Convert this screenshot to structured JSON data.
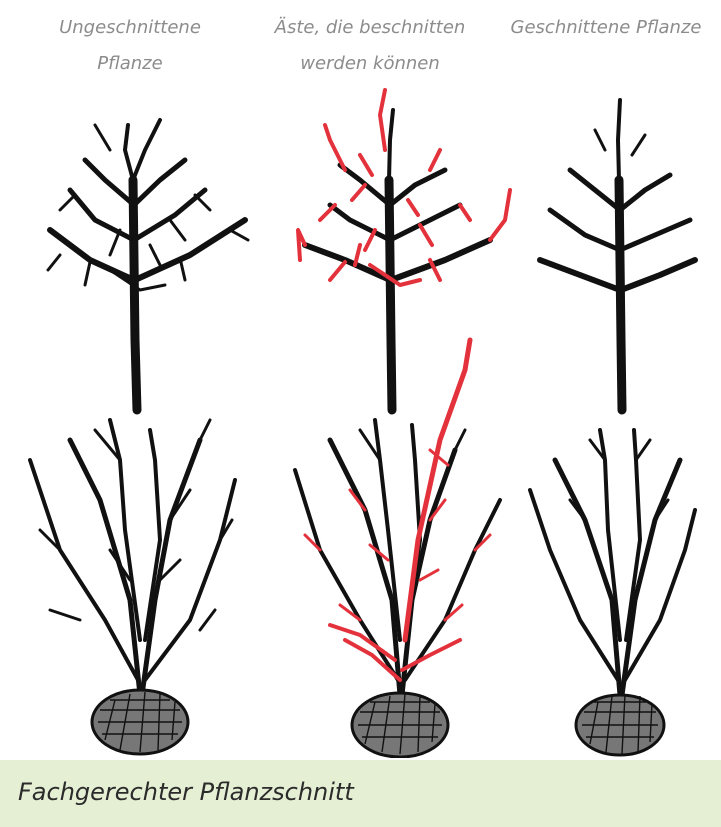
{
  "labels": [
    {
      "line1": "Ungeschnittene",
      "line2": "Pflanze"
    },
    {
      "line1": "Äste, die beschnitten",
      "line2": "werden können"
    },
    {
      "line1": "Geschnittene Pflanze",
      "line2": ""
    }
  ],
  "caption": "Fachgerechter Pflanzschnitt",
  "colors": {
    "branch": "#111111",
    "prunable_branch": "#e3323b",
    "caption_background": "#e5efd4",
    "label_text": "#8c8c8c"
  }
}
